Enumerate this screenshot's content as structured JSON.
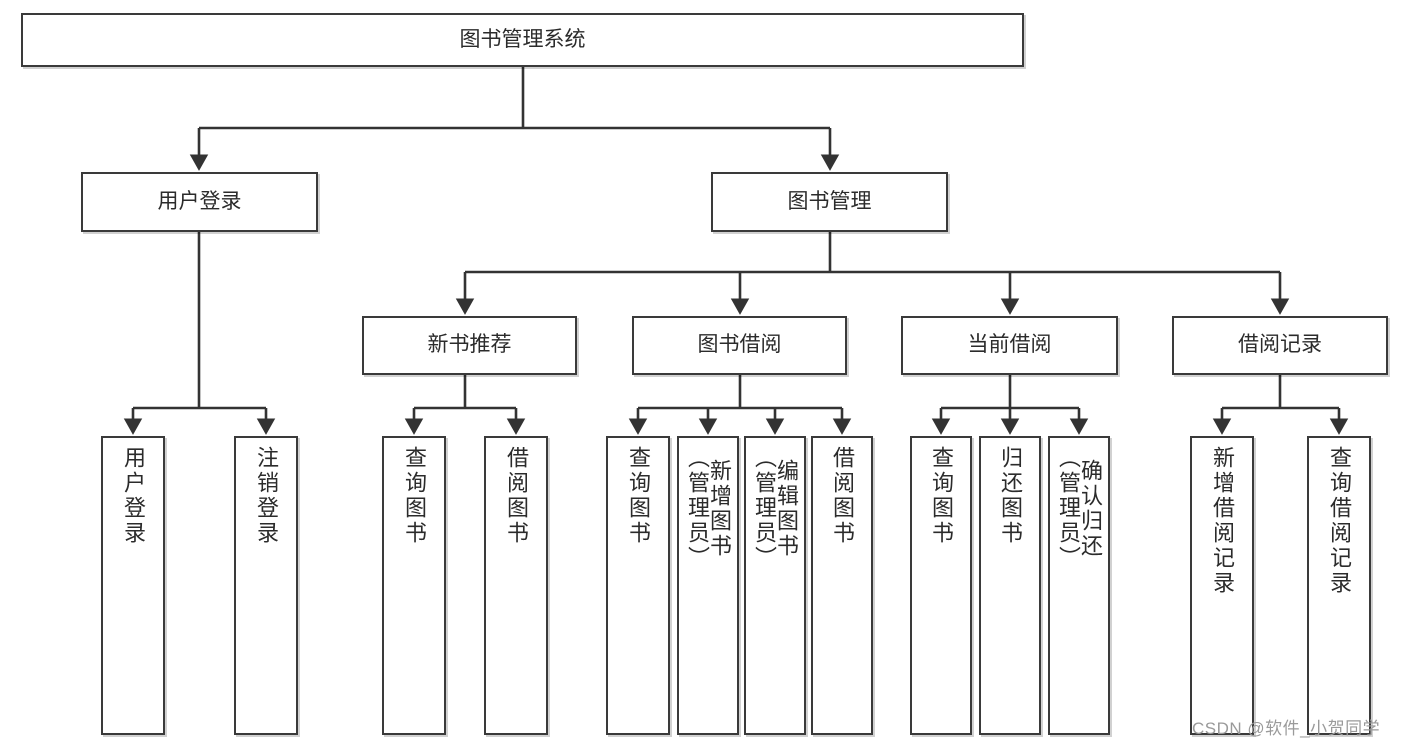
{
  "diagram": {
    "type": "tree-hierarchy",
    "title": "图书管理系统",
    "watermark": "CSDN @软件_小贺同学",
    "colors": {
      "box_border": "#3a3a3a",
      "box_fill": "#ffffff",
      "connector": "#333333",
      "text": "#2b2b2b",
      "watermark": "#9a9a9a"
    },
    "levels": {
      "root": {
        "label": "图书管理系统"
      },
      "level2": [
        {
          "label": "用户登录"
        },
        {
          "label": "图书管理"
        }
      ],
      "level3": [
        {
          "label": "新书推荐"
        },
        {
          "label": "图书借阅"
        },
        {
          "label": "当前借阅"
        },
        {
          "label": "借阅记录"
        }
      ],
      "leaves": [
        {
          "label": "用户登录",
          "parent": "用户登录"
        },
        {
          "label": "注销登录",
          "parent": "用户登录"
        },
        {
          "label": "查询图书",
          "parent": "新书推荐"
        },
        {
          "label": "借阅图书",
          "parent": "新书推荐"
        },
        {
          "label": "查询图书",
          "parent": "图书借阅"
        },
        {
          "label": "新增图书\n（管理员）",
          "parent": "图书借阅"
        },
        {
          "label": "编辑图书\n（管理员）",
          "parent": "图书借阅"
        },
        {
          "label": "借阅图书",
          "parent": "图书借阅"
        },
        {
          "label": "查询图书",
          "parent": "当前借阅"
        },
        {
          "label": "归还图书",
          "parent": "当前借阅"
        },
        {
          "label": "确认归还\n（管理员）",
          "parent": "当前借阅"
        },
        {
          "label": "新增借阅记录",
          "parent": "借阅记录"
        },
        {
          "label": "查询借阅记录",
          "parent": "借阅记录"
        }
      ]
    }
  }
}
